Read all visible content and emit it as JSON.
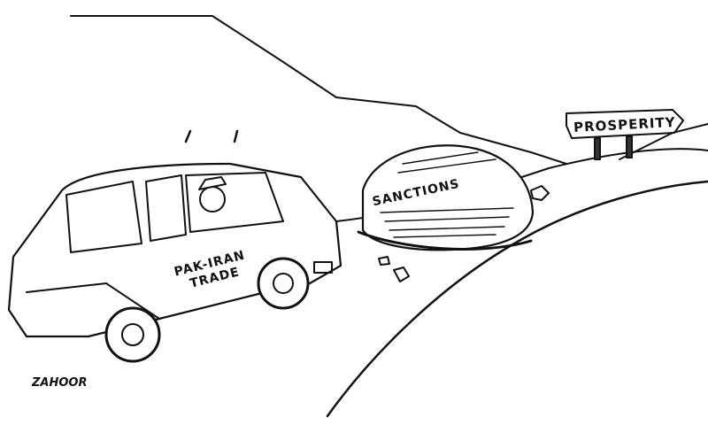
{
  "cartoon": {
    "sign_label": "PROSPERITY",
    "boulder_label": "SANCTIONS",
    "car_label_line1": "PAK-IRAN",
    "car_label_line2": "TRADE",
    "artist_signature": "ZAHOOR"
  },
  "colors": {
    "ink": "#111111",
    "paper": "#ffffff"
  }
}
